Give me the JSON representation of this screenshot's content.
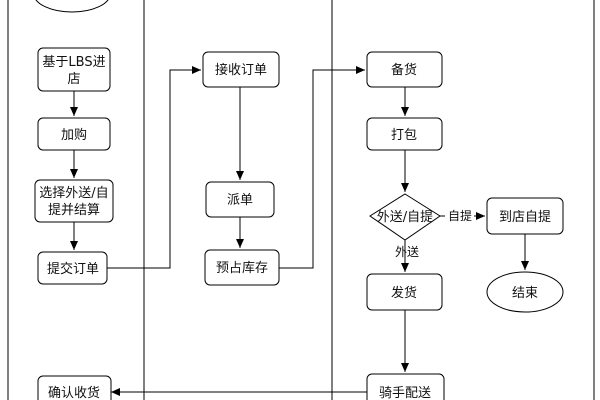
{
  "diagram": {
    "nodes": {
      "start": "",
      "lbs_line1": "基于LBS进",
      "lbs_line2": "店",
      "add_cart": "加购",
      "choose_line1": "选择外送/自",
      "choose_line2": "提并结算",
      "submit_order": "提交订单",
      "confirm_receipt": "确认收货",
      "receive_order": "接收订单",
      "dispatch": "派单",
      "reserve_stock": "预占库存",
      "prepare_goods": "备货",
      "pack": "打包",
      "decision": "外送/自提",
      "store_pickup": "到店自提",
      "ship": "发货",
      "rider_delivery": "骑手配送",
      "end": "结束"
    },
    "edges": {
      "pickup_label": "自提",
      "delivery_label": "外送"
    },
    "colors": {
      "node_fill": "#ffffff",
      "stroke": "#000000",
      "background": "#ffffff"
    }
  }
}
